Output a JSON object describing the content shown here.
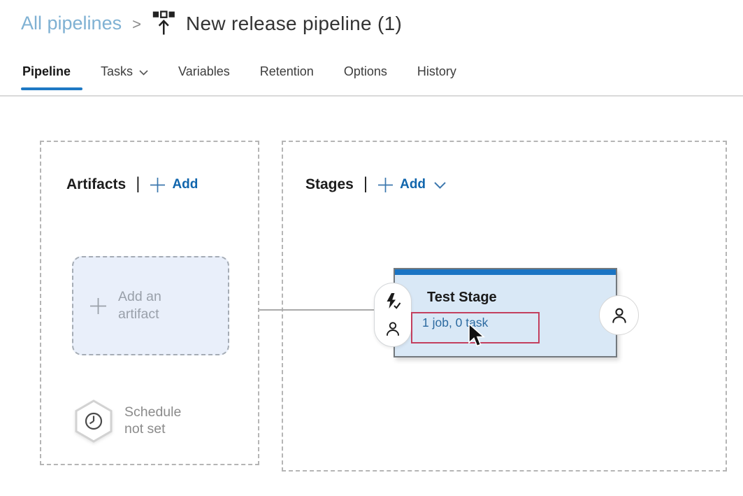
{
  "breadcrumb": {
    "parent": "All pipelines",
    "separator": ">",
    "current": "New release pipeline (1)"
  },
  "tabs": [
    {
      "label": "Pipeline",
      "active": true
    },
    {
      "label": "Tasks",
      "has_dropdown": true
    },
    {
      "label": "Variables"
    },
    {
      "label": "Retention"
    },
    {
      "label": "Options"
    },
    {
      "label": "History"
    }
  ],
  "artifacts_panel": {
    "title": "Artifacts",
    "divider": "|",
    "add_label": "Add",
    "add_artifact_label": "Add an artifact",
    "schedule_label": "Schedule not set"
  },
  "stages_panel": {
    "title": "Stages",
    "divider": "|",
    "add_label": "Add",
    "stage": {
      "name": "Test Stage",
      "summary": "1 job, 0 task"
    }
  },
  "colors": {
    "accent_blue": "#1a74c4",
    "add_link_blue": "#1166ad",
    "stage_summary_blue": "#2c6aa0",
    "breadcrumb_blue": "#7fb1d3",
    "stage_fill": "#d9e8f6",
    "annotation_red": "#c33f5e",
    "artifact_box_fill": "#e9effa"
  }
}
